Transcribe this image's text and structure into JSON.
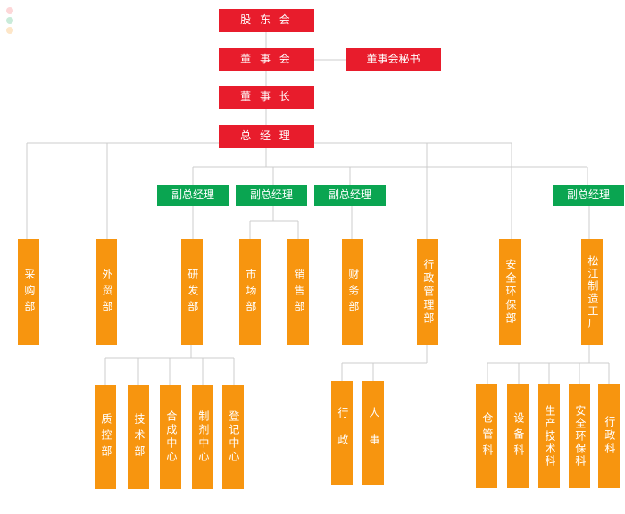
{
  "legend_dots": [
    "#fdd7d8",
    "#c9ebd9",
    "#fde6c8"
  ],
  "colors": {
    "red": "#e81c2c",
    "green": "#0aa551",
    "orange": "#f7950f",
    "line": "#cccccc"
  },
  "top_chain": {
    "shareholders": "股 东 会",
    "board": "董 事 会",
    "board_secretary": "董事会秘书",
    "chairman": "董 事 长",
    "general_manager": "总 经 理"
  },
  "deputy_gm": [
    "副总经理",
    "副总经理",
    "副总经理",
    "副总经理"
  ],
  "departments": {
    "purchasing": "采购部",
    "foreign_trade": "外贸部",
    "rnd": "研发部",
    "market": "市场部",
    "sales": "销售部",
    "finance": "财务部",
    "admin": "行政管理部",
    "safety": "安全环保部",
    "factory": "松江制造工厂"
  },
  "rnd_units": [
    "质控部",
    "技术部",
    "合成中心",
    "制剂中心",
    "登记中心"
  ],
  "admin_units": [
    "行政",
    "人事"
  ],
  "factory_units": [
    "仓管科",
    "设备科",
    "生产技术科",
    "安全环保科",
    "行政科"
  ]
}
